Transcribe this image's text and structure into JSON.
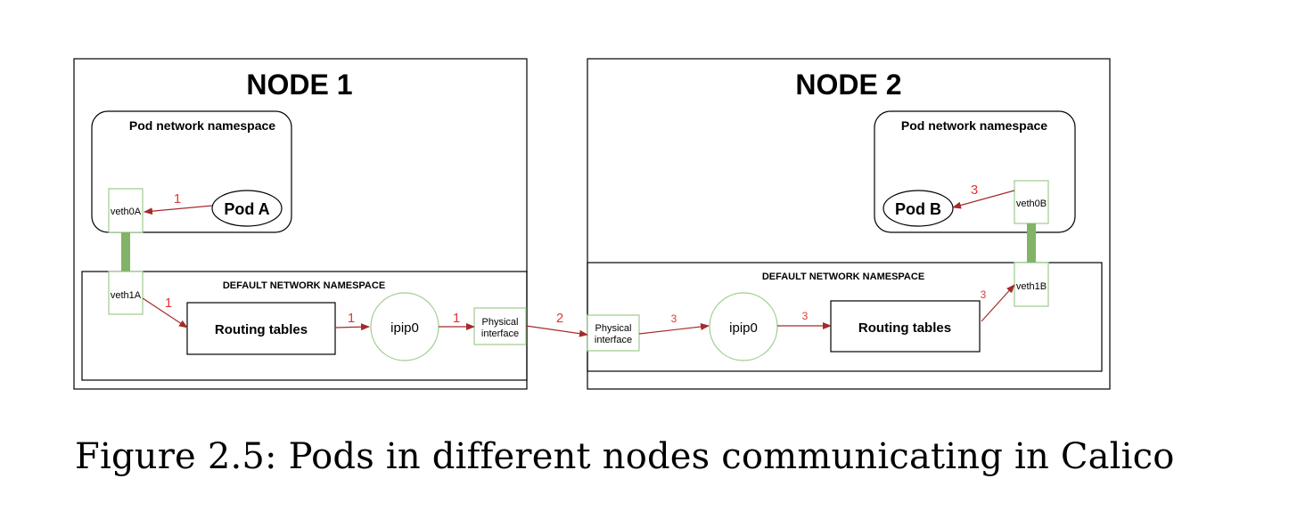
{
  "nodes": [
    {
      "title": "NODE 1",
      "pod_namespace_label": "Pod network namespace",
      "pod_label": "Pod A",
      "pod_veth_label": "veth0A",
      "default_namespace_label": "DEFAULT NETWORK NAMESPACE",
      "host_veth_label": "veth1A",
      "routing_label": "Routing tables",
      "tunnel_label": "ipip0",
      "physical_label_line1": "Physical",
      "physical_label_line2": "interface"
    },
    {
      "title": "NODE 2",
      "pod_namespace_label": "Pod network namespace",
      "pod_label": "Pod B",
      "pod_veth_label": "veth0B",
      "default_namespace_label": "DEFAULT NETWORK NAMESPACE",
      "host_veth_label": "veth1B",
      "routing_label": "Routing tables",
      "tunnel_label": "ipip0",
      "physical_label_line1": "Physical",
      "physical_label_line2": "interface"
    }
  ],
  "steps": {
    "pod_a_to_veth0a": "1",
    "veth1a_to_routing": "1",
    "routing_to_ipip0_node1": "1",
    "ipip0_to_physical_node1": "1",
    "physical_to_physical": "2",
    "physical_to_ipip0_node2": "3",
    "ipip0_to_routing_node2": "3",
    "routing_to_veth1b": "3",
    "veth0b_to_pod_b": "3"
  },
  "caption": "Figure 2.5: Pods in different nodes communicating in Calico",
  "colors": {
    "arrow": "#a52a2a",
    "step_label": "#e03a2f",
    "interface_border": "#9ccc8e",
    "veth_link": "#82b366",
    "box_border": "#000000"
  }
}
